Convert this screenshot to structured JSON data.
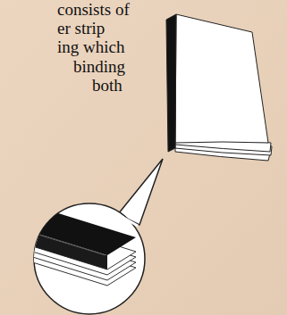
{
  "diagram": {
    "labels": [
      "consists of",
      "er strip",
      "ing which",
      "binding",
      "both"
    ]
  }
}
